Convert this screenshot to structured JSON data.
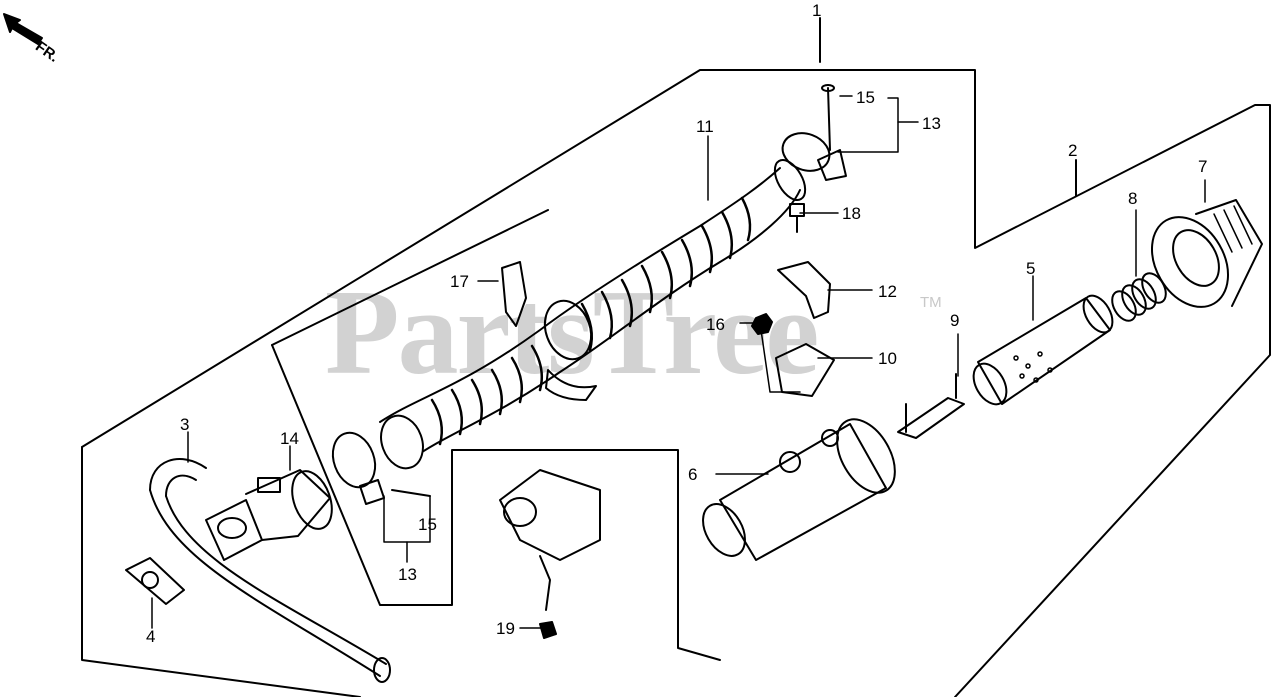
{
  "watermark": {
    "text": "PartsTree",
    "tm": "TM"
  },
  "direction": {
    "label": "FR."
  },
  "callouts": [
    {
      "id": "1",
      "text": "1"
    },
    {
      "id": "2",
      "text": "2"
    },
    {
      "id": "3",
      "text": "3"
    },
    {
      "id": "4",
      "text": "4"
    },
    {
      "id": "5",
      "text": "5"
    },
    {
      "id": "6",
      "text": "6"
    },
    {
      "id": "7",
      "text": "7"
    },
    {
      "id": "8",
      "text": "8"
    },
    {
      "id": "9",
      "text": "9"
    },
    {
      "id": "10",
      "text": "10"
    },
    {
      "id": "11",
      "text": "11"
    },
    {
      "id": "12",
      "text": "12"
    },
    {
      "id": "13a",
      "text": "13"
    },
    {
      "id": "13b",
      "text": "13"
    },
    {
      "id": "14",
      "text": "14"
    },
    {
      "id": "15a",
      "text": "15"
    },
    {
      "id": "15b",
      "text": "15"
    },
    {
      "id": "16",
      "text": "16"
    },
    {
      "id": "17",
      "text": "17"
    },
    {
      "id": "18",
      "text": "18"
    },
    {
      "id": "19",
      "text": "19"
    }
  ]
}
